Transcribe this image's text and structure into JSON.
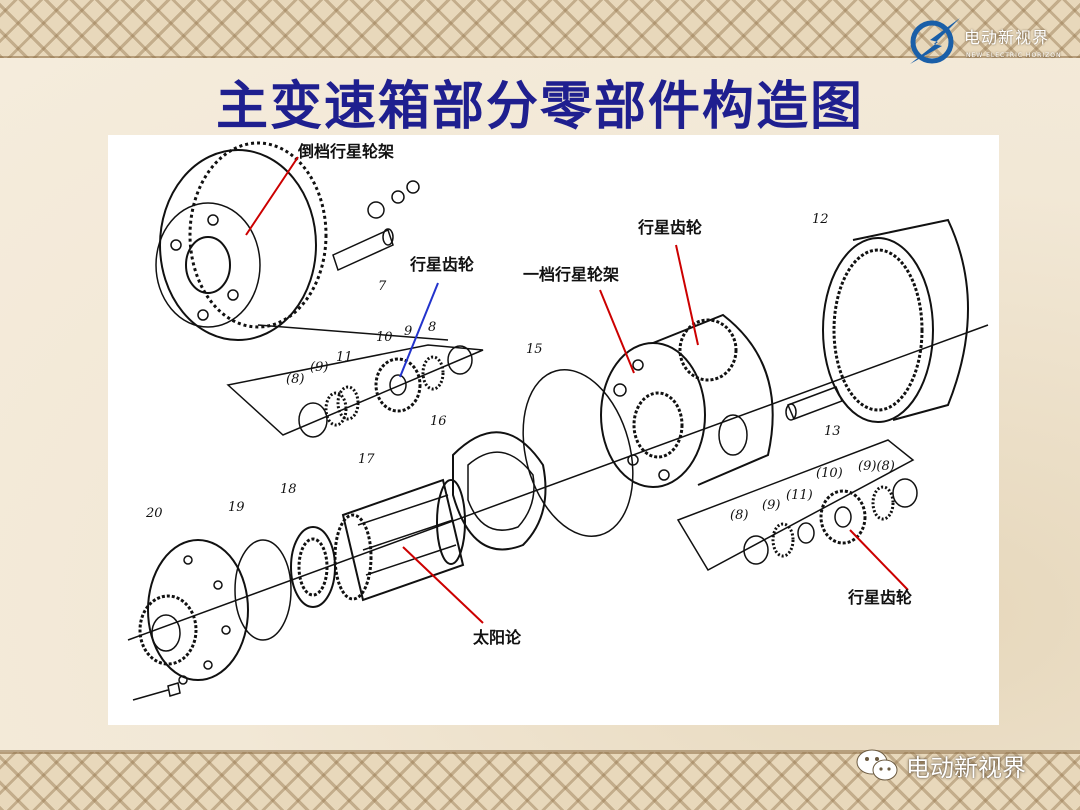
{
  "page": {
    "title": "主变速箱部分零部件构造图"
  },
  "logo": {
    "name_cn": "电动新视界",
    "name_en": "NEW ELECTRIC HORIZON"
  },
  "diagram": {
    "labels": {
      "reverse_carrier": "倒档行星轮架",
      "planet_gear_left": "行星齿轮",
      "first_carrier": "一档行星轮架",
      "planet_gear_top": "行星齿轮",
      "planet_gear_bottom": "行星齿轮",
      "sun_gear": "太阳论"
    },
    "numbers": [
      "7",
      "(8)",
      "(9)",
      "11",
      "10",
      "9",
      "8",
      "15",
      "16",
      "17",
      "18",
      "19",
      "20",
      "12",
      "13",
      "(10)",
      "(9)(8)",
      "(8)",
      "(9)",
      "(11)"
    ]
  },
  "watermark": {
    "text": "电动新视界"
  },
  "colors": {
    "title": "#1f1f8f",
    "leader": "#cc0000",
    "leader_blue": "#2233cc"
  }
}
